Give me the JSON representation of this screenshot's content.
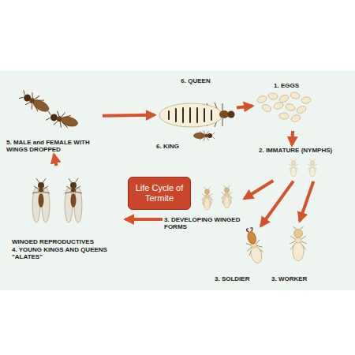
{
  "diagram": {
    "nodes": [
      {
        "text": [
          "5. MALE and FEMALE WITH WINGS DROPPED"
        ]
      },
      {
        "text": [
          "6. QUEEN",
          "6. KING"
        ]
      },
      {
        "text": [
          "1. EGGS"
        ]
      },
      {
        "text": [
          "2. IMMATURE (NYMPHS)"
        ]
      },
      {
        "text": [
          "3. DEVELOPING WINGED FORMS"
        ]
      },
      {
        "text": [
          "3. SOLDIER"
        ]
      },
      {
        "text": [
          "3. WORKER"
        ]
      },
      {
        "text": [
          "WINGED REPRODUCTIVES",
          "4. YOUNG KINGS AND QUEENS \"ALATES\""
        ]
      },
      {
        "text": [
          "Life Cycle of Termite"
        ]
      }
    ],
    "edges": [
      {
        "from": 0,
        "to": 1,
        "arrow": "to"
      },
      {
        "from": 1,
        "to": 2,
        "arrow": "to"
      },
      {
        "from": 2,
        "to": 3,
        "arrow": "to"
      },
      {
        "from": 3,
        "to": 4,
        "arrow": "to"
      },
      {
        "from": 3,
        "to": 5,
        "arrow": "to"
      },
      {
        "from": 3,
        "to": 6,
        "arrow": "to"
      },
      {
        "from": 4,
        "to": 7,
        "arrow": "to"
      },
      {
        "from": 7,
        "to": 0,
        "arrow": "to"
      }
    ]
  }
}
